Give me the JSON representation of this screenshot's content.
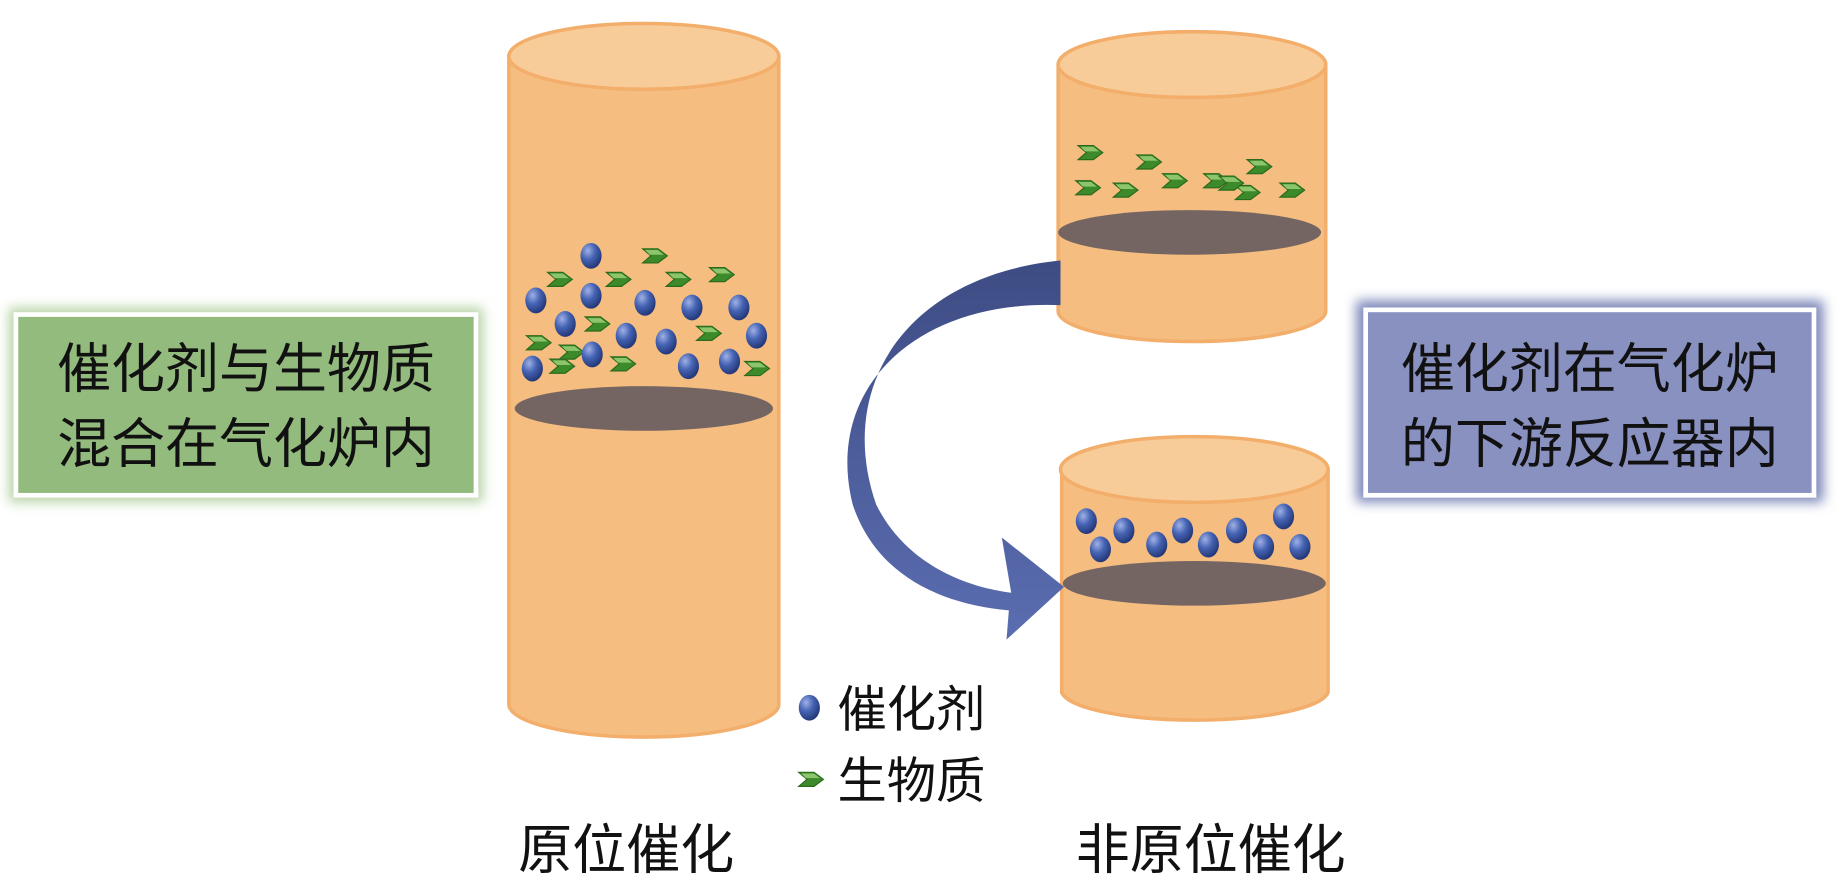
{
  "boxes": {
    "in_situ_note": [
      "催化剂与生物质",
      "混合在气化炉内"
    ],
    "ex_situ_note": [
      "催化剂在气化炉",
      "的下游反应器内"
    ]
  },
  "legend": {
    "catalyst": "催化剂",
    "biomass": "生物质"
  },
  "labels": {
    "in_situ": "原位催化",
    "ex_situ": "非原位催化"
  },
  "colors": {
    "cylinder": "#f5bd80",
    "cylinder_top": "#f8cc98",
    "cylinder_edge": "#f0a860",
    "plate": "#746563",
    "catalyst": "#3f5aa8",
    "biomass": "#3c8a2a",
    "green_box": "#94bb7e",
    "blue_box": "#8991c1",
    "arrow": "#4c5c9c"
  }
}
